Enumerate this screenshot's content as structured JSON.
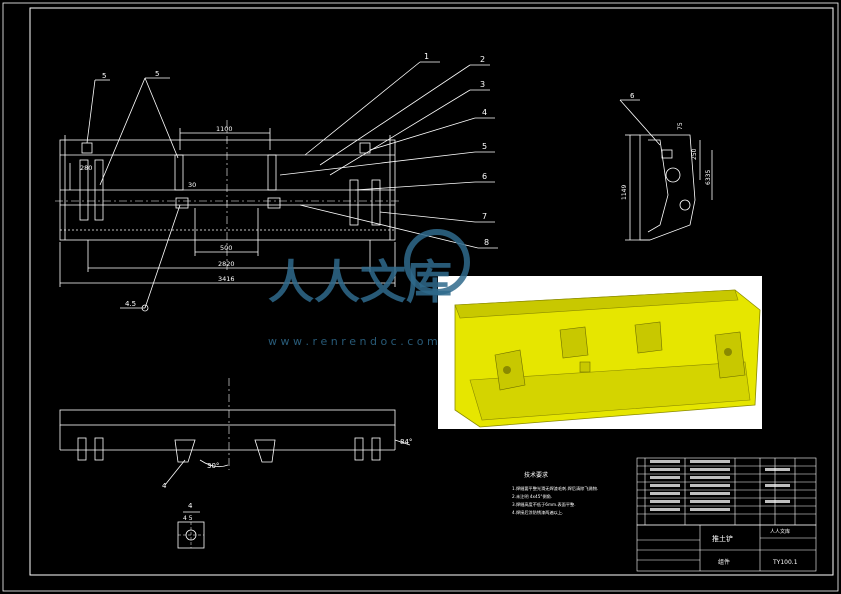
{
  "colors": {
    "background": "#000000",
    "line": "#ffffff",
    "render_bg": "#ffffff",
    "render_fill": "#e6e600",
    "watermark": "#2f6a8c"
  },
  "front_view": {
    "callouts": [
      "1",
      "2",
      "3",
      "4",
      "5",
      "6",
      "7",
      "8"
    ],
    "dims": {
      "top_width": "1100",
      "left_height": "280",
      "small": "30",
      "center": "500",
      "inner_width": "2820",
      "overall_width": "3416"
    },
    "weld_symbols": [
      "5",
      "5",
      "4.5"
    ]
  },
  "side_view": {
    "callout": "6",
    "dims": {
      "d75": "75",
      "d250": "250",
      "d6335": "6335",
      "height": "1149"
    }
  },
  "plan_view": {
    "angle_right": "84°",
    "angle_bottom": "30°",
    "callout": "4"
  },
  "detail_view": {
    "label": "4",
    "label2": "4 5"
  },
  "tech_notes": {
    "title": "技术要求",
    "lines": [
      "1.焊缝要平整光滑无焊渣毛刺.焊后清除飞溅物.",
      "2.未注明 4x45°倒角.",
      "3.焊缝高度不低于6mm.表面平整.",
      "4.焊接后涂防锈漆两遍以上."
    ]
  },
  "title_block": {
    "drawing_name": "推土铲",
    "material": "组件",
    "drawing_no": "TY100.1",
    "company": "人人文库"
  },
  "watermark": {
    "text": "人人文库",
    "url": "w w w . r e n r e n d o c . c o m"
  }
}
